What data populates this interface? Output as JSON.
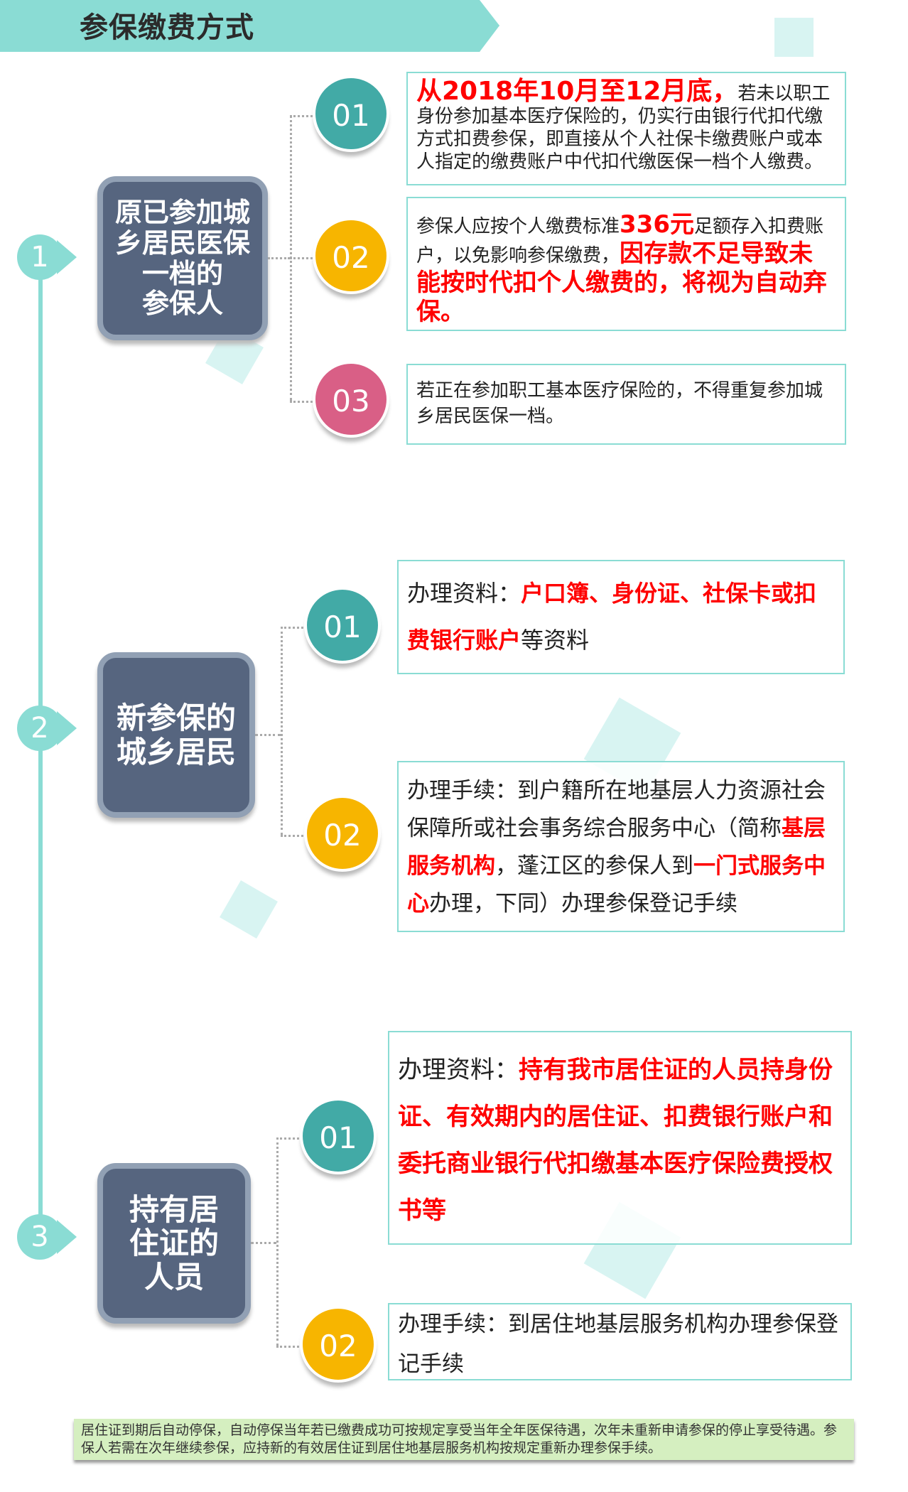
{
  "header": {
    "title": "参保缴费方式"
  },
  "colors": {
    "teal": "#42aaa6",
    "yellow": "#f7b500",
    "pink": "#d95f86",
    "red": "#ff0000",
    "category": "#56657f"
  },
  "sections": [
    {
      "step": "1",
      "category": "原已参加城\n乡居民医保\n一档的\n参保人",
      "items": [
        {
          "num": "01",
          "segments": [
            {
              "text": "从2018年10月至12月底，",
              "red": true
            },
            {
              "text": "若未以职工身份参加基本医疗保险的，仍实行由银行代扣代缴方式扣费参保，即直接从个人社保卡缴费账户或本人指定的缴费账户中代扣代缴医保一档个人缴费。",
              "red": false
            }
          ]
        },
        {
          "num": "02",
          "segments": [
            {
              "text": "参保人应按个人缴费标准",
              "red": false
            },
            {
              "text": "336元",
              "red": true
            },
            {
              "text": "足额存入扣费账户，以免影响参保缴费，",
              "red": false
            },
            {
              "text": "因存款不足导致未能按时代扣个人缴费的，将视为自动弃保。",
              "red": true
            }
          ]
        },
        {
          "num": "03",
          "segments": [
            {
              "text": "若正在参加职工基本医疗保险的，不得重复参加城乡居民医保一档。",
              "red": false
            }
          ]
        }
      ]
    },
    {
      "step": "2",
      "category": "新参保的\n城乡居民",
      "items": [
        {
          "num": "01",
          "segments": [
            {
              "text": "办理资料：",
              "red": false
            },
            {
              "text": "户口簿、身份证、社保卡或扣费银行账户",
              "red": true
            },
            {
              "text": "等资料",
              "red": false
            }
          ]
        },
        {
          "num": "02",
          "segments": [
            {
              "text": "办理手续：到户籍所在地基层人力资源社会保障所或社会事务综合服务中心（简称",
              "red": false
            },
            {
              "text": "基层服务机构",
              "red": true
            },
            {
              "text": "，蓬江区的参保人到",
              "red": false
            },
            {
              "text": "一门式服务中心",
              "red": true
            },
            {
              "text": "办理，下同）办理参保登记手续",
              "red": false
            }
          ]
        }
      ]
    },
    {
      "step": "3",
      "category": "持有居\n住证的\n人员",
      "items": [
        {
          "num": "01",
          "segments": [
            {
              "text": "办理资料：",
              "red": false
            },
            {
              "text": "持有我市居住证的人员持身份证、有效期内的居住证、扣费银行账户和委托商业银行代扣缴基本医疗保险费授权书等",
              "red": true
            }
          ]
        },
        {
          "num": "02",
          "segments": [
            {
              "text": "办理手续：到居住地基层服务机构办理参保登记手续",
              "red": false
            }
          ]
        }
      ]
    }
  ],
  "footer": {
    "note": "居住证到期后自动停保，自动停保当年若已缴费成功可按规定享受当年全年医保待遇，次年未重新申请参保的停止享受待遇。参保人若需在次年继续参保，应持新的有效居住证到居住地基层服务机构按规定重新办理参保手续。"
  }
}
